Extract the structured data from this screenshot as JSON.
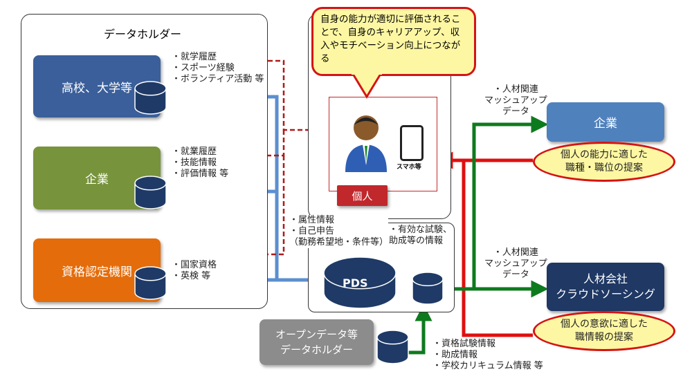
{
  "data_holder": {
    "title": "データホルダー",
    "sources": [
      {
        "label": "高校、大学等",
        "color": "#3a5f9a",
        "items": [
          "・就学履歴",
          "・スポーツ経験",
          "・ボランティア活動 等"
        ]
      },
      {
        "label": "企業",
        "color": "#77933c",
        "items": [
          "・就業履歴",
          "・技能情報",
          "・評価情報 等"
        ]
      },
      {
        "label": "資格認定機関",
        "color": "#e46c0a",
        "items": [
          "・国家資格",
          "・英検 等"
        ]
      }
    ]
  },
  "callout": "自身の能力が適切に評価されることで、自身のキャリアアップ、収入やモチベーション向上につながる",
  "individual": {
    "label": "個人",
    "phone_label": "スマホ等"
  },
  "pds": {
    "label": "PDS",
    "to_pds": [
      "・属性情報",
      "・自己申告",
      "（勤務希望地・条件等）"
    ],
    "from_pds": [
      "・有効な試験、",
      "助成等の情報"
    ]
  },
  "open_data": {
    "label": "オープンデータ等\nデータホルダー",
    "items": [
      "・資格試験情報",
      "・助成情報",
      "・学校カリキュラム情報 等"
    ]
  },
  "targets": [
    {
      "label": "企業",
      "color": "#4f81bd",
      "flow": [
        "・人材関連",
        "マッシュアップ",
        "データ"
      ],
      "proposal": "個人の能力に適した\n職種・職位の提案"
    },
    {
      "label": "人材会社\nクラウドソーシング",
      "color": "#1f3864",
      "flow": [
        "・人材関連",
        "マッシュアップ",
        "データ"
      ],
      "proposal": "個人の意欲に適した\n職情報の提案"
    }
  ],
  "colors": {
    "blue_flow": "#5b8fd0",
    "red_flow": "#e01010",
    "dashed": "#b01818",
    "green_flow": "#0e7a1e"
  }
}
